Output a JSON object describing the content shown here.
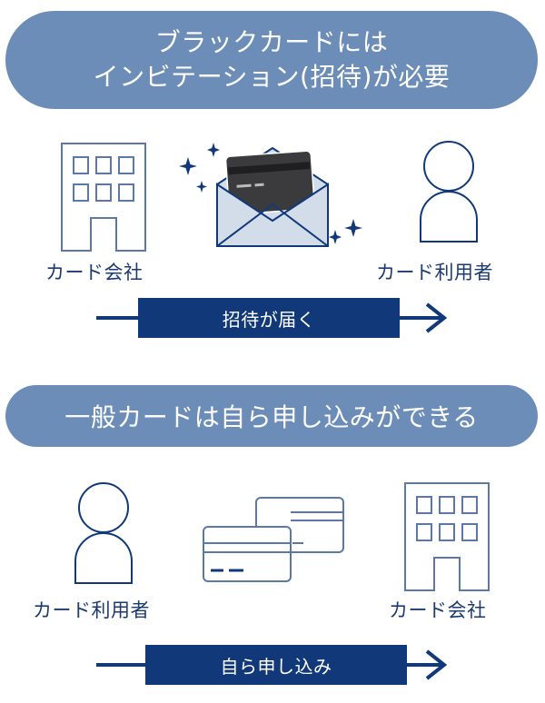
{
  "section1": {
    "title_line1": "ブラックカードには",
    "title_line2": "インビテーション(招待)が必要",
    "left_label": "カード会社",
    "right_label": "カード利用者",
    "arrow_label": "招待が届く"
  },
  "section2": {
    "title": "一般カードは自ら申し込みができる",
    "left_label": "カード利用者",
    "right_label": "カード会社",
    "arrow_label": "自ら申し込み"
  },
  "colors": {
    "pill": "#6c8db7",
    "navy": "#11397a",
    "line": "#5c78a6",
    "envelope_fill": "#d3ddea"
  }
}
